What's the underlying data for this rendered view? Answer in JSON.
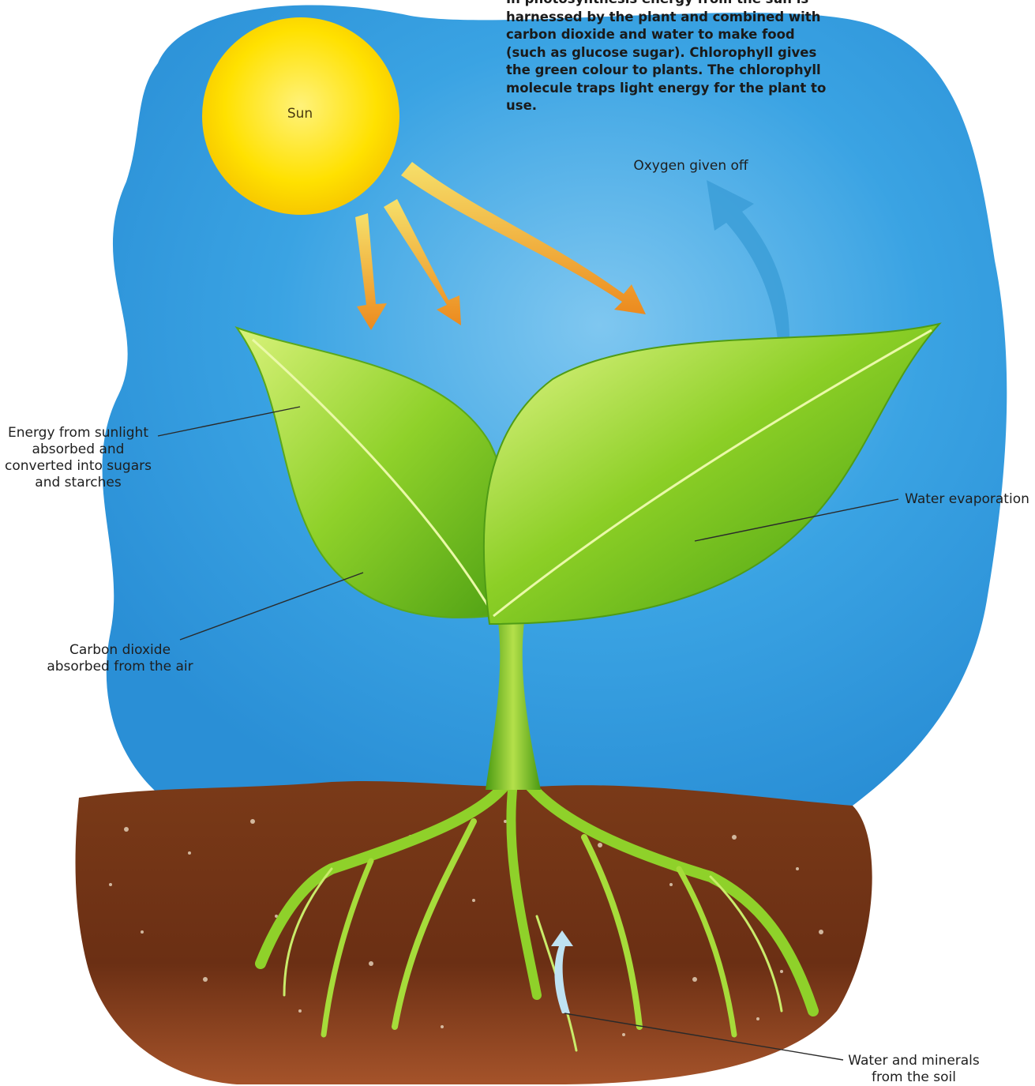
{
  "intro_text": "In photosynthesis energy from the sun is harnessed by the plant and combined with carbon dioxide and water to make food (such as glucose sugar). Chlorophyll gives the green colour to plants. The chlorophyll molecule traps light energy for the plant to use.",
  "labels": {
    "sun": "Sun",
    "oxygen": "Oxygen given off",
    "energy": "Energy from sunlight\nabsorbed and\nconverted into sugars\nand starches",
    "water_evaporation": "Water evaporation",
    "carbon_dioxide": "Carbon dioxide\nabsorbed from the air",
    "water_minerals": "Water and minerals\nfrom the soil"
  },
  "colors": {
    "sky": "#3aa3e3",
    "sun": "#ffe100",
    "sunlight_arrow": "#f2a92b",
    "oxygen_arrow": "#3d9ed8",
    "leaf": "#7cc520",
    "soil": "#6b2f14"
  }
}
